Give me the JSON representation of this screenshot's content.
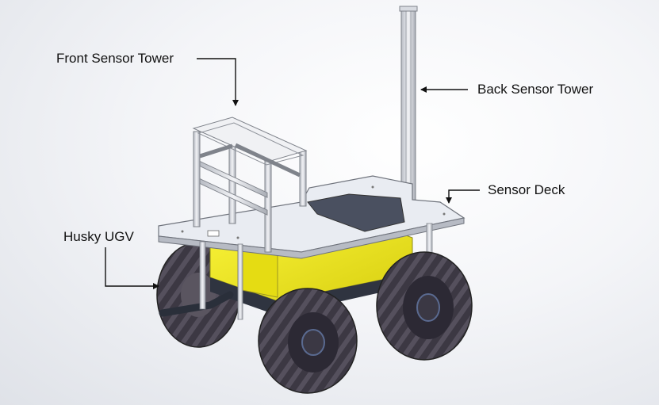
{
  "labels": {
    "front_sensor_tower": "Front Sensor Tower",
    "back_sensor_tower": "Back Sensor Tower",
    "sensor_deck": "Sensor Deck",
    "husky_ugv": "Husky UGV"
  },
  "colors": {
    "chassis_yellow": "#f2ea1c",
    "tire": "#3c3843",
    "deck": "#e9ecf2",
    "frame": "#c9ccd3",
    "arrow": "#111111"
  }
}
